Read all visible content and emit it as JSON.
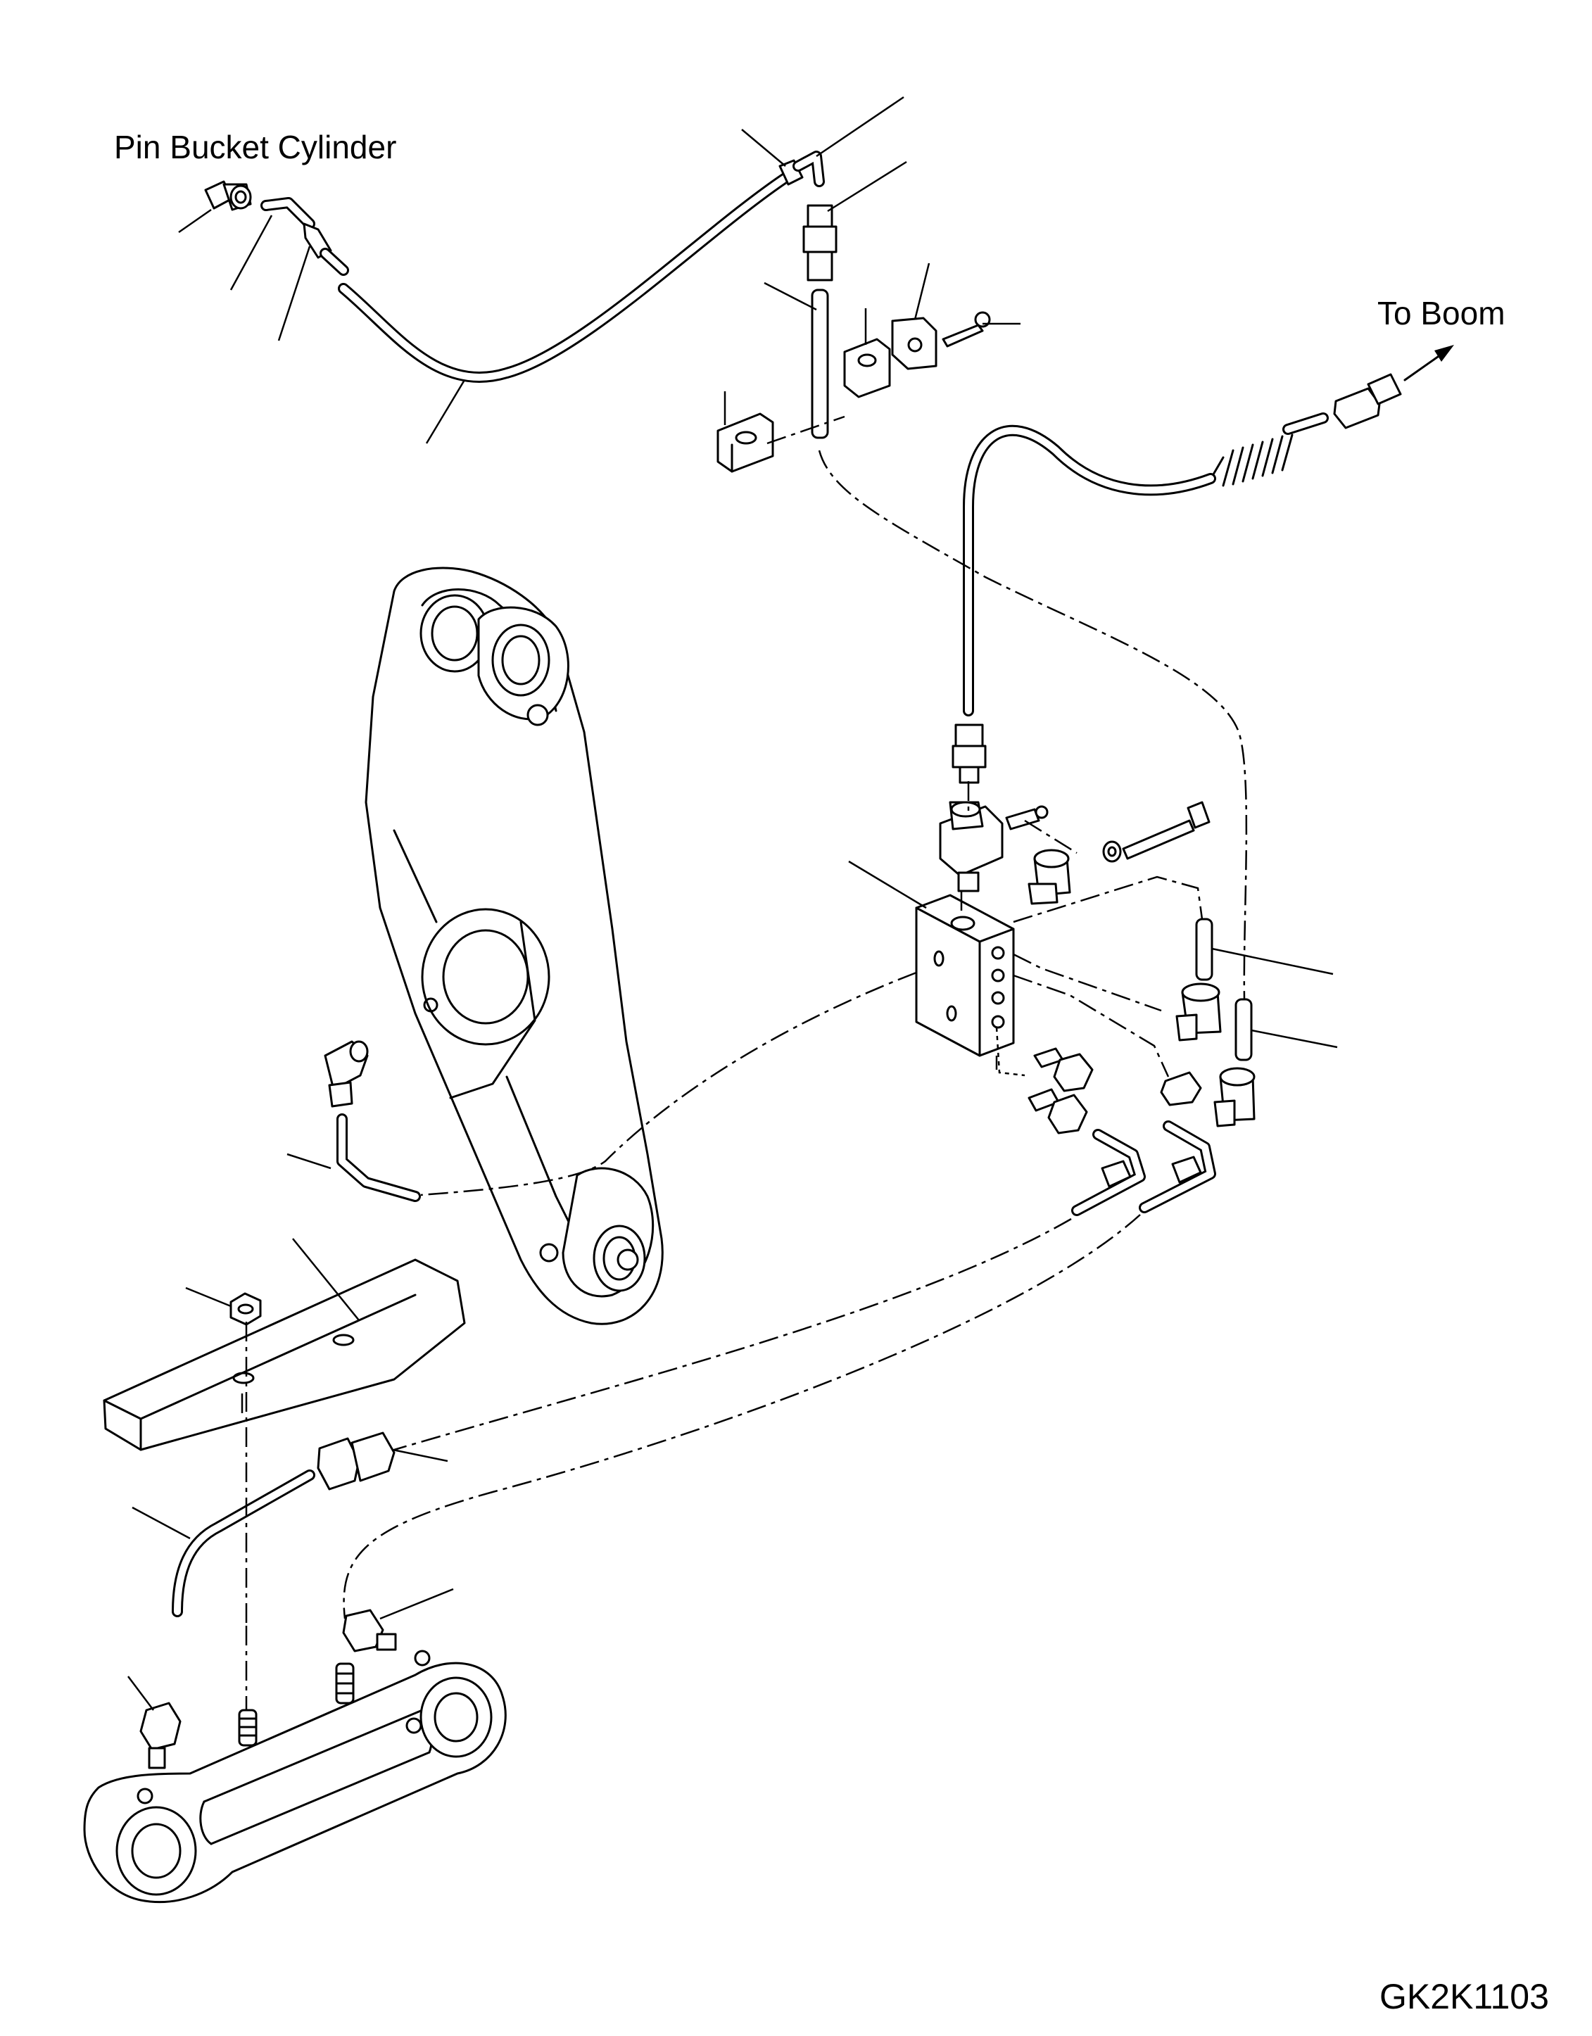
{
  "labels": {
    "pin_bucket_cylinder": "Pin Bucket Cylinder",
    "to_boom": "To Boom",
    "drawing_code": "GK2K1103"
  },
  "colors": {
    "ink": "#000000",
    "paper": "#ffffff"
  }
}
